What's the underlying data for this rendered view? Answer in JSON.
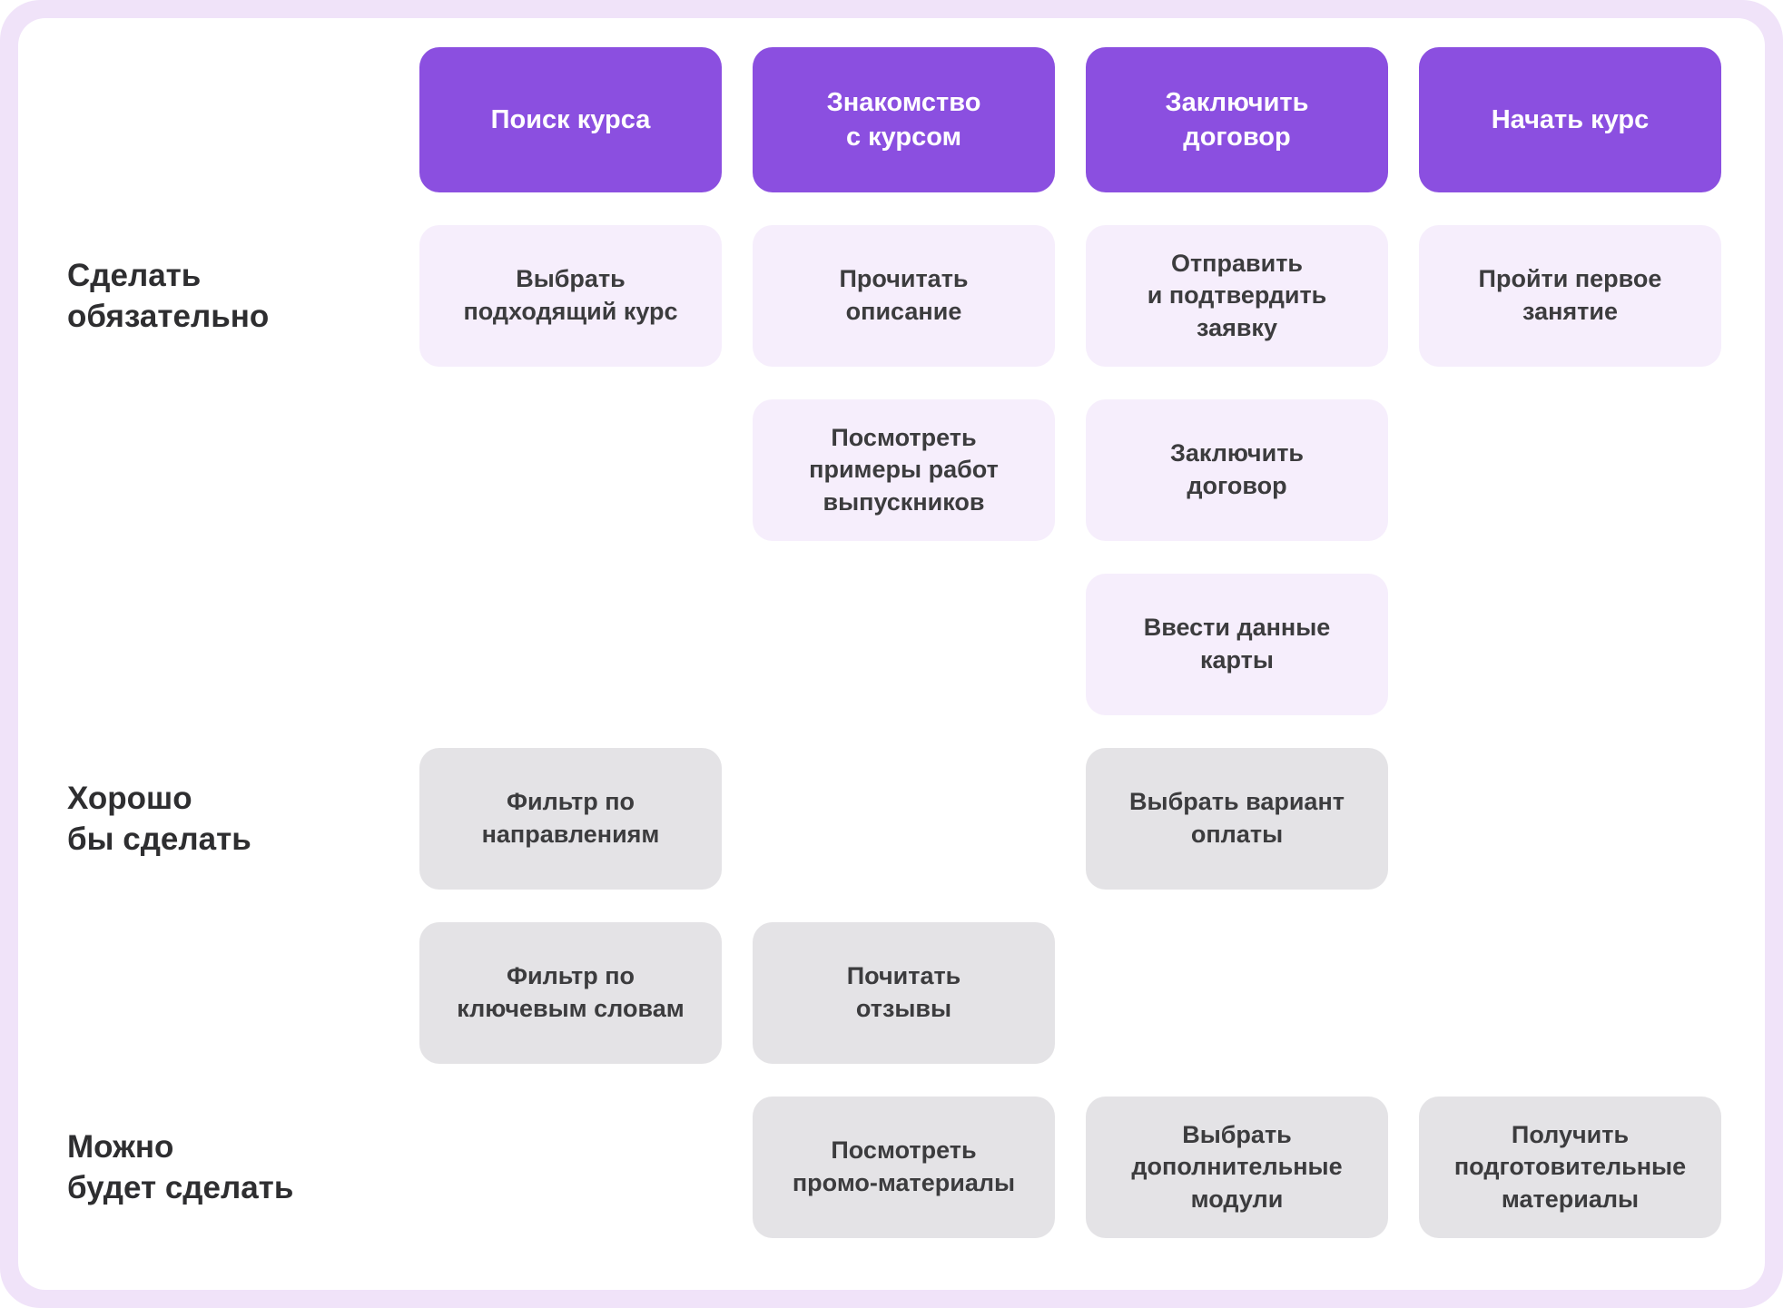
{
  "palette": {
    "background": "#f0e3f9",
    "surface": "#ffffff",
    "stage_fill": "#8b4fe0",
    "stage_text": "#ffffff",
    "must_fill": "#f6eefc",
    "optional_fill": "#e4e3e6",
    "text": "#3c3c3e",
    "heading": "#2e2e30"
  },
  "stages": [
    {
      "label": "Поиск курса"
    },
    {
      "label": "Знакомство\nс курсом"
    },
    {
      "label": "Заключить\nдоговор"
    },
    {
      "label": "Начать курс"
    }
  ],
  "rows": [
    {
      "label": "Сделать\nобязательно"
    },
    {
      "label": "Хорошо\nбы сделать"
    },
    {
      "label": "Можно\nбудет сделать"
    }
  ],
  "cards": {
    "must": [
      {
        "text": "Выбрать\nподходящий курс"
      },
      {
        "text": "Прочитать\nописание"
      },
      {
        "text": "Отправить\nи подтвердить\nзаявку"
      },
      {
        "text": "Пройти первое\nзанятие"
      },
      {
        "text": "Посмотреть\nпримеры работ\nвыпускников"
      },
      {
        "text": "Заключить\nдоговор"
      },
      {
        "text": "Ввести данные\nкарты"
      }
    ],
    "nice": [
      {
        "text": "Фильтр по\nнаправлениям"
      },
      {
        "text": "Выбрать вариант\nоплаты"
      },
      {
        "text": "Фильтр по\nключевым словам"
      },
      {
        "text": "Почитать\nотзывы"
      }
    ],
    "later": [
      {
        "text": "Посмотреть\nпромо-материалы"
      },
      {
        "text": "Выбрать\nдополнительные\nмодули"
      },
      {
        "text": "Получить\nподготовительные\nматериалы"
      }
    ]
  }
}
